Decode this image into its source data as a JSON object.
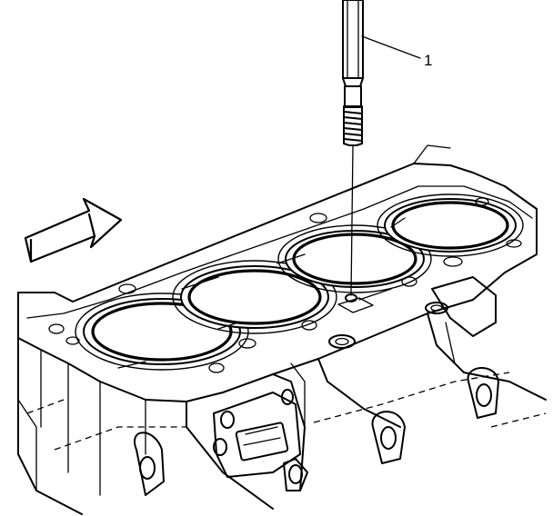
{
  "diagram": {
    "callouts": [
      {
        "id": "1",
        "label": "1",
        "target": "tool"
      }
    ],
    "elements": {
      "cylinder_bores": 4,
      "direction_arrow": "arrow-right-icon"
    },
    "colors": {
      "line": "#000000",
      "background": "#ffffff"
    }
  }
}
